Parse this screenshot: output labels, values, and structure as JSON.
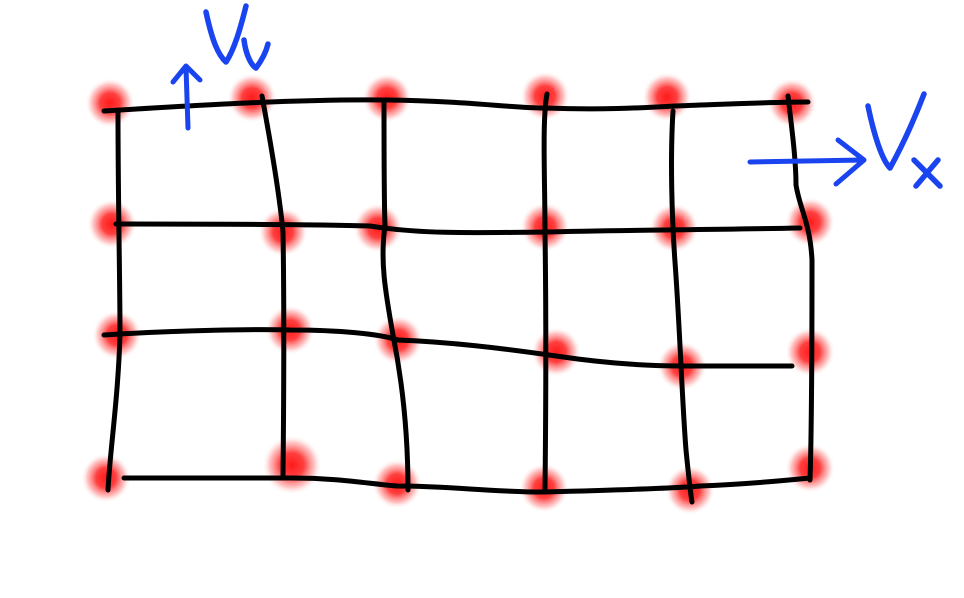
{
  "diagram": {
    "type": "hand-drawn-deformed-grid",
    "colors": {
      "grid_lines": "#000000",
      "node_glow": "#ff1a1a",
      "vectors": "#1a44f0",
      "background": "#ffffff"
    },
    "grid": {
      "rows": 4,
      "columns": 6,
      "node_count": 24
    },
    "vectors": [
      {
        "id": "vy",
        "label": "Vy",
        "direction": "up"
      },
      {
        "id": "vx",
        "label": "Vx",
        "direction": "right"
      }
    ]
  }
}
